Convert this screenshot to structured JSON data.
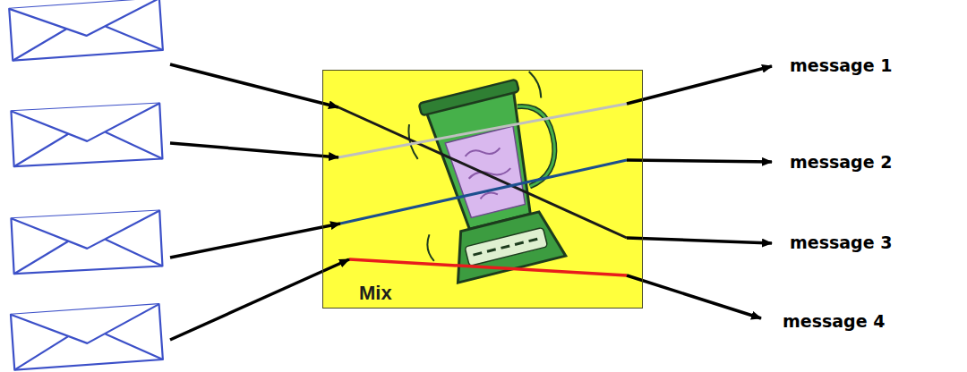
{
  "diagram": {
    "nodes": [
      {
        "text": [
          "Mix"
        ]
      }
    ],
    "labels": [
      "message 1",
      "message 2",
      "message 3",
      "message 4"
    ]
  }
}
